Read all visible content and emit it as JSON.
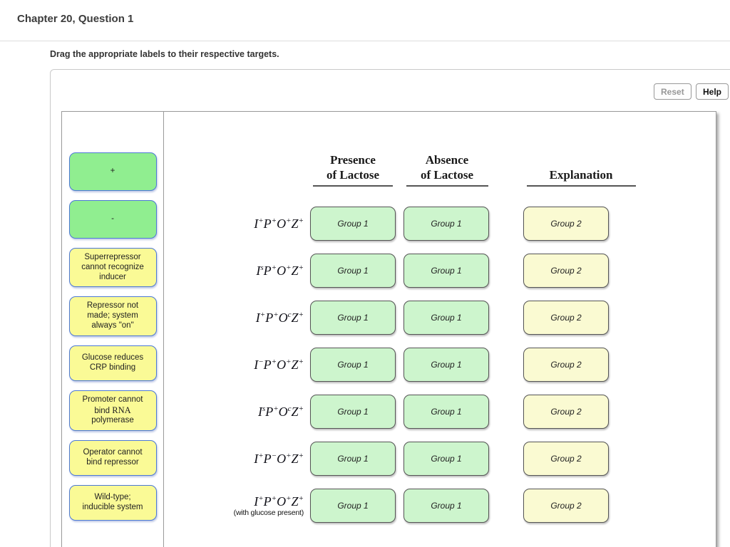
{
  "page": {
    "title": "Chapter 20, Question 1",
    "instruction": "Drag the appropriate labels to their respective targets."
  },
  "toolbar": {
    "reset_label": "Reset",
    "help_label": "Help"
  },
  "colors": {
    "drag_green_bg": "#90EE90",
    "drag_yellow_bg": "#FAFA96",
    "drag_border_blue": "#4D79D6",
    "target_green_bg": "#CDF5CD",
    "target_yellow_bg": "#FAFAD2",
    "target_border": "#555555"
  },
  "bin": {
    "items": [
      {
        "kind": "green",
        "text": "+"
      },
      {
        "kind": "green",
        "text": "-"
      },
      {
        "kind": "yellow",
        "text": "Superrepressor cannot recognize inducer"
      },
      {
        "kind": "yellow",
        "text": "Repressor not made; system always \"on\""
      },
      {
        "kind": "yellow",
        "text": "Glucose reduces CRP binding"
      },
      {
        "kind": "yellow",
        "pre": "Promoter cannot bind ",
        "rna": "RNA",
        "post": " polymerase"
      },
      {
        "kind": "yellow",
        "text": "Operator cannot bind repressor"
      },
      {
        "kind": "yellow",
        "text": "Wild-type; inducible system"
      }
    ]
  },
  "worksheet": {
    "headers": [
      {
        "line1": "Presence",
        "line2": "of Lactose"
      },
      {
        "line1": "Absence",
        "line2": "of Lactose"
      },
      {
        "line1": "Explanation"
      }
    ],
    "rows": [
      {
        "genotype": [
          {
            "b": "I",
            "s": "+"
          },
          {
            "b": "P",
            "s": "+"
          },
          {
            "b": "O",
            "s": "+"
          },
          {
            "b": "Z",
            "s": "+"
          }
        ],
        "note": "",
        "targets": [
          "Group 1",
          "Group 1",
          "Group 2"
        ]
      },
      {
        "genotype": [
          {
            "b": "I",
            "s": "s"
          },
          {
            "b": "P",
            "s": "+"
          },
          {
            "b": "O",
            "s": "+"
          },
          {
            "b": "Z",
            "s": "+"
          }
        ],
        "note": "",
        "targets": [
          "Group 1",
          "Group 1",
          "Group 2"
        ]
      },
      {
        "genotype": [
          {
            "b": "I",
            "s": "+"
          },
          {
            "b": "P",
            "s": "+"
          },
          {
            "b": "O",
            "s": "c"
          },
          {
            "b": "Z",
            "s": "+"
          }
        ],
        "note": "",
        "targets": [
          "Group 1",
          "Group 1",
          "Group 2"
        ]
      },
      {
        "genotype": [
          {
            "b": "I",
            "s": "−"
          },
          {
            "b": "P",
            "s": "+"
          },
          {
            "b": "O",
            "s": "+"
          },
          {
            "b": "Z",
            "s": "+"
          }
        ],
        "note": "",
        "targets": [
          "Group 1",
          "Group 1",
          "Group 2"
        ]
      },
      {
        "genotype": [
          {
            "b": "I",
            "s": "s"
          },
          {
            "b": "P",
            "s": "+"
          },
          {
            "b": "O",
            "s": "c"
          },
          {
            "b": "Z",
            "s": "+"
          }
        ],
        "note": "",
        "targets": [
          "Group 1",
          "Group 1",
          "Group 2"
        ]
      },
      {
        "genotype": [
          {
            "b": "I",
            "s": "+"
          },
          {
            "b": "P",
            "s": "−"
          },
          {
            "b": "O",
            "s": "+"
          },
          {
            "b": "Z",
            "s": "+"
          }
        ],
        "note": "",
        "targets": [
          "Group 1",
          "Group 1",
          "Group 2"
        ]
      },
      {
        "genotype": [
          {
            "b": "I",
            "s": "+"
          },
          {
            "b": "P",
            "s": "+"
          },
          {
            "b": "O",
            "s": "+"
          },
          {
            "b": "Z",
            "s": "+"
          }
        ],
        "note": "(with glucose present)",
        "targets": [
          "Group 1",
          "Group 1",
          "Group 2"
        ]
      }
    ]
  }
}
